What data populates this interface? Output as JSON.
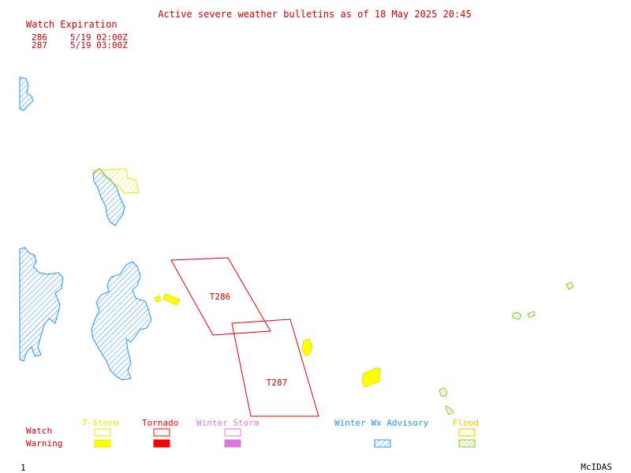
{
  "header": {
    "title": "Active severe weather bulletins as of 18 May 2025 20:45"
  },
  "watch_expiration": {
    "heading": "Watch Expiration",
    "rows": [
      {
        "id": "286",
        "expires": "5/19 02:00Z"
      },
      {
        "id": "287",
        "expires": "5/19 03:00Z"
      }
    ]
  },
  "map": {
    "watch_boxes": [
      {
        "label": "T286"
      },
      {
        "label": "T287"
      }
    ]
  },
  "legend": {
    "row_labels": {
      "watch": "Watch",
      "warning": "Warning"
    },
    "categories": [
      {
        "key": "tstorm",
        "label": "T-Storm",
        "color": "#ffff00"
      },
      {
        "key": "tornado",
        "label": "Tornado",
        "color": "#ff0000"
      },
      {
        "key": "winter_storm",
        "label": "Winter Storm",
        "color": "#dd77dd"
      },
      {
        "key": "winter_wx_advisory",
        "label": "Winter Wx Advisory",
        "color": "#1e90ff"
      },
      {
        "key": "flood",
        "label": "Flood",
        "color": "#88cc22"
      }
    ]
  },
  "footer": {
    "frame_number": "1",
    "brand": "McIDAS"
  },
  "colors": {
    "watch_line": "#dd0000",
    "title_text": "#cc0000",
    "tstorm": "#ffff00",
    "tornado": "#ff0000",
    "winter_storm": "#dd77dd",
    "winter_advisory": "#1e90ff",
    "flood": "#88cc22"
  }
}
